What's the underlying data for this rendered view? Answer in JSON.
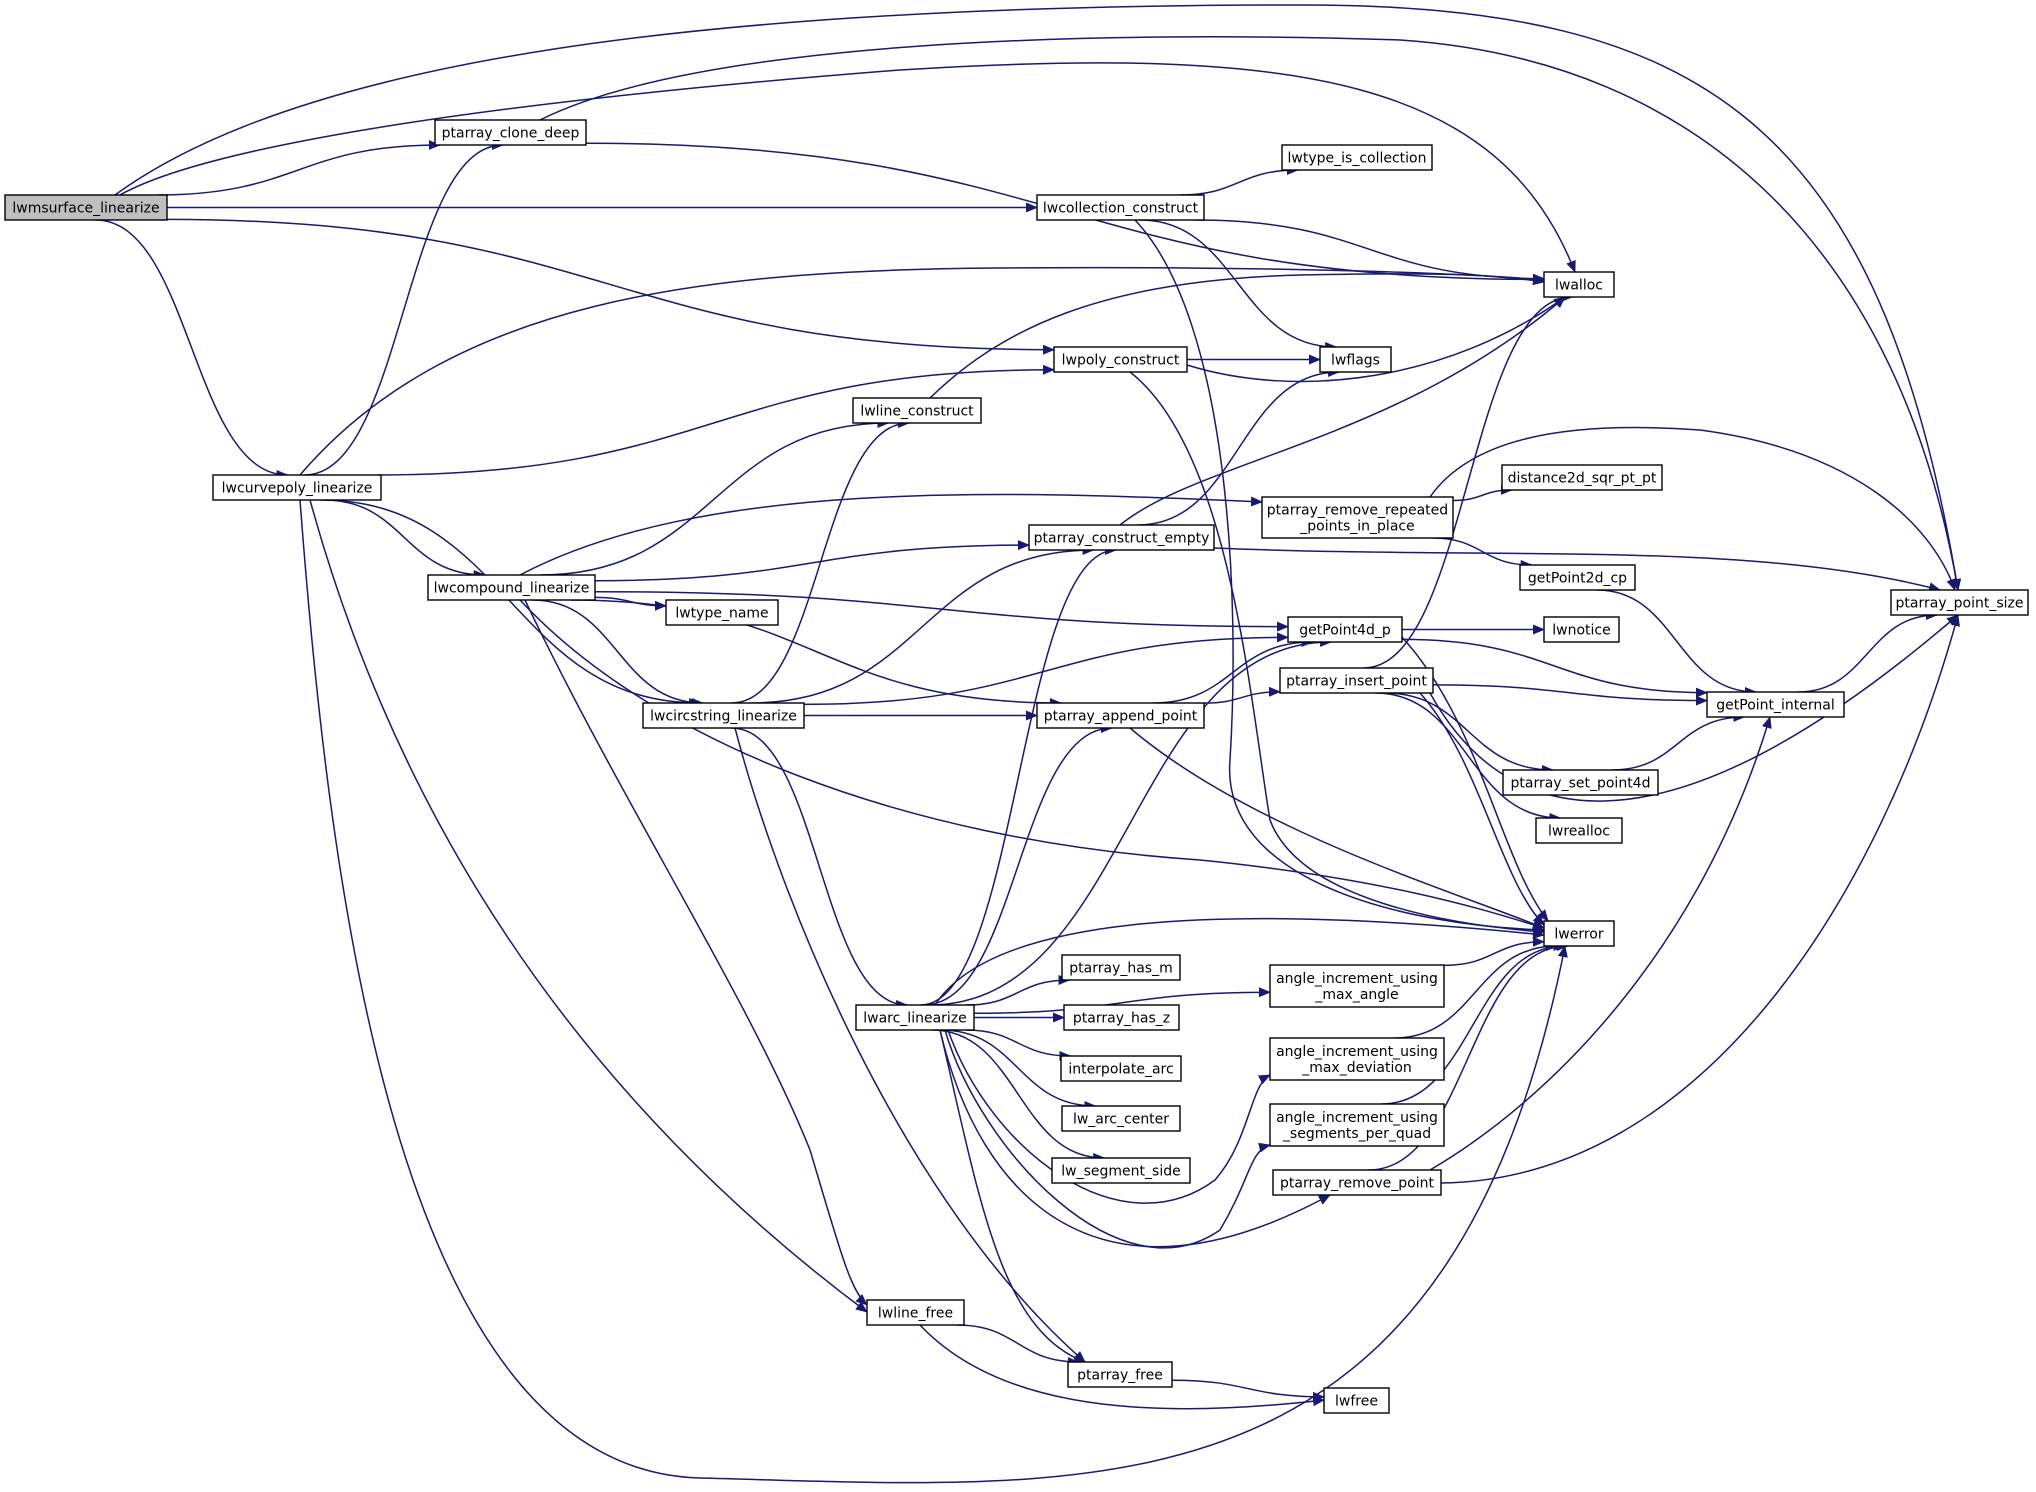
{
  "diagram": {
    "type": "call-graph",
    "root": "lwmsurface_linearize",
    "colors": {
      "edge": "#191970",
      "node_border": "#000000",
      "root_fill": "#bfbfbf",
      "node_fill": "#ffffff"
    },
    "nodes": [
      {
        "id": "lwmsurface_linearize",
        "label": "lwmsurface_linearize"
      },
      {
        "id": "ptarray_clone_deep",
        "label": "ptarray_clone_deep"
      },
      {
        "id": "lwcollection_construct",
        "label": "lwcollection_construct"
      },
      {
        "id": "lwtype_is_collection",
        "label": "lwtype_is_collection"
      },
      {
        "id": "lwalloc",
        "label": "lwalloc"
      },
      {
        "id": "lwflags",
        "label": "lwflags"
      },
      {
        "id": "lwpoly_construct",
        "label": "lwpoly_construct"
      },
      {
        "id": "lwline_construct",
        "label": "lwline_construct"
      },
      {
        "id": "lwcurvepoly_linearize",
        "label": "lwcurvepoly_linearize"
      },
      {
        "id": "ptarray_remove_repeated_points_in_place",
        "label": [
          "ptarray_remove_repeated",
          "_points_in_place"
        ]
      },
      {
        "id": "distance2d_sqr_pt_pt",
        "label": "distance2d_sqr_pt_pt"
      },
      {
        "id": "ptarray_construct_empty",
        "label": "ptarray_construct_empty"
      },
      {
        "id": "getPoint2d_cp",
        "label": "getPoint2d_cp"
      },
      {
        "id": "ptarray_point_size",
        "label": "ptarray_point_size"
      },
      {
        "id": "lwcompound_linearize",
        "label": "lwcompound_linearize"
      },
      {
        "id": "lwtype_name",
        "label": "lwtype_name"
      },
      {
        "id": "getPoint4d_p",
        "label": "getPoint4d_p"
      },
      {
        "id": "lwnotice",
        "label": "lwnotice"
      },
      {
        "id": "ptarray_insert_point",
        "label": "ptarray_insert_point"
      },
      {
        "id": "getPoint_internal",
        "label": "getPoint_internal"
      },
      {
        "id": "lwcircstring_linearize",
        "label": "lwcircstring_linearize"
      },
      {
        "id": "ptarray_append_point",
        "label": "ptarray_append_point"
      },
      {
        "id": "ptarray_set_point4d",
        "label": "ptarray_set_point4d"
      },
      {
        "id": "lwrealloc",
        "label": "lwrealloc"
      },
      {
        "id": "lwerror",
        "label": "lwerror"
      },
      {
        "id": "ptarray_has_m",
        "label": "ptarray_has_m"
      },
      {
        "id": "angle_increment_using_max_angle",
        "label": [
          "angle_increment_using",
          "_max_angle"
        ]
      },
      {
        "id": "lwarc_linearize",
        "label": "lwarc_linearize"
      },
      {
        "id": "ptarray_has_z",
        "label": "ptarray_has_z"
      },
      {
        "id": "angle_increment_using_max_deviation",
        "label": [
          "angle_increment_using",
          "_max_deviation"
        ]
      },
      {
        "id": "interpolate_arc",
        "label": "interpolate_arc"
      },
      {
        "id": "lw_arc_center",
        "label": "lw_arc_center"
      },
      {
        "id": "angle_increment_using_segments_per_quad",
        "label": [
          "angle_increment_using",
          "_segments_per_quad"
        ]
      },
      {
        "id": "lw_segment_side",
        "label": "lw_segment_side"
      },
      {
        "id": "ptarray_remove_point",
        "label": "ptarray_remove_point"
      },
      {
        "id": "lwline_free",
        "label": "lwline_free"
      },
      {
        "id": "ptarray_free",
        "label": "ptarray_free"
      },
      {
        "id": "lwfree",
        "label": "lwfree"
      }
    ],
    "edges": [
      [
        "lwmsurface_linearize",
        "ptarray_clone_deep"
      ],
      [
        "lwmsurface_linearize",
        "lwalloc"
      ],
      [
        "lwmsurface_linearize",
        "ptarray_point_size"
      ],
      [
        "lwmsurface_linearize",
        "lwcollection_construct"
      ],
      [
        "lwmsurface_linearize",
        "lwpoly_construct"
      ],
      [
        "lwmsurface_linearize",
        "lwcurvepoly_linearize"
      ],
      [
        "ptarray_clone_deep",
        "lwalloc"
      ],
      [
        "ptarray_clone_deep",
        "ptarray_point_size"
      ],
      [
        "lwcollection_construct",
        "lwtype_is_collection"
      ],
      [
        "lwcollection_construct",
        "lwalloc"
      ],
      [
        "lwcollection_construct",
        "lwflags"
      ],
      [
        "lwcollection_construct",
        "lwerror"
      ],
      [
        "lwpoly_construct",
        "lwflags"
      ],
      [
        "lwpoly_construct",
        "lwalloc"
      ],
      [
        "lwpoly_construct",
        "lwerror"
      ],
      [
        "lwline_construct",
        "lwalloc"
      ],
      [
        "lwcurvepoly_linearize",
        "ptarray_clone_deep"
      ],
      [
        "lwcurvepoly_linearize",
        "lwalloc"
      ],
      [
        "lwcurvepoly_linearize",
        "lwpoly_construct"
      ],
      [
        "lwcurvepoly_linearize",
        "lwcompound_linearize"
      ],
      [
        "lwcurvepoly_linearize",
        "lwcircstring_linearize"
      ],
      [
        "lwcurvepoly_linearize",
        "lwline_free"
      ],
      [
        "lwcurvepoly_linearize",
        "lwerror"
      ],
      [
        "ptarray_construct_empty",
        "lwflags"
      ],
      [
        "ptarray_construct_empty",
        "lwalloc"
      ],
      [
        "ptarray_construct_empty",
        "ptarray_point_size"
      ],
      [
        "ptarray_remove_repeated_points_in_place",
        "ptarray_point_size"
      ],
      [
        "ptarray_remove_repeated_points_in_place",
        "distance2d_sqr_pt_pt"
      ],
      [
        "ptarray_remove_repeated_points_in_place",
        "getPoint2d_cp"
      ],
      [
        "getPoint2d_cp",
        "getPoint_internal"
      ],
      [
        "getPoint_internal",
        "ptarray_point_size"
      ],
      [
        "lwcompound_linearize",
        "lwline_construct"
      ],
      [
        "lwcompound_linearize",
        "ptarray_remove_repeated_points_in_place"
      ],
      [
        "lwcompound_linearize",
        "ptarray_construct_empty"
      ],
      [
        "lwcompound_linearize",
        "lwtype_name"
      ],
      [
        "lwcompound_linearize",
        "getPoint4d_p"
      ],
      [
        "lwcompound_linearize",
        "lwcircstring_linearize"
      ],
      [
        "lwcompound_linearize",
        "ptarray_append_point"
      ],
      [
        "lwcompound_linearize",
        "lwerror"
      ],
      [
        "lwcompound_linearize",
        "lwline_free"
      ],
      [
        "getPoint4d_p",
        "lwnotice"
      ],
      [
        "getPoint4d_p",
        "getPoint_internal"
      ],
      [
        "getPoint4d_p",
        "lwerror"
      ],
      [
        "ptarray_insert_point",
        "lwalloc"
      ],
      [
        "ptarray_insert_point",
        "getPoint_internal"
      ],
      [
        "ptarray_insert_point",
        "ptarray_set_point4d"
      ],
      [
        "ptarray_insert_point",
        "lwrealloc"
      ],
      [
        "ptarray_insert_point",
        "ptarray_point_size"
      ],
      [
        "ptarray_insert_point",
        "lwerror"
      ],
      [
        "ptarray_set_point4d",
        "getPoint_internal"
      ],
      [
        "lwcircstring_linearize",
        "lwline_construct"
      ],
      [
        "lwcircstring_linearize",
        "ptarray_construct_empty"
      ],
      [
        "lwcircstring_linearize",
        "getPoint4d_p"
      ],
      [
        "lwcircstring_linearize",
        "ptarray_append_point"
      ],
      [
        "lwcircstring_linearize",
        "lwarc_linearize"
      ],
      [
        "lwcircstring_linearize",
        "ptarray_free"
      ],
      [
        "ptarray_append_point",
        "getPoint4d_p"
      ],
      [
        "ptarray_append_point",
        "ptarray_insert_point"
      ],
      [
        "ptarray_append_point",
        "lwerror"
      ],
      [
        "lwarc_linearize",
        "ptarray_construct_empty"
      ],
      [
        "lwarc_linearize",
        "getPoint4d_p"
      ],
      [
        "lwarc_linearize",
        "ptarray_append_point"
      ],
      [
        "lwarc_linearize",
        "lwerror"
      ],
      [
        "lwarc_linearize",
        "angle_increment_using_max_angle"
      ],
      [
        "lwarc_linearize",
        "ptarray_has_m"
      ],
      [
        "lwarc_linearize",
        "ptarray_has_z"
      ],
      [
        "lwarc_linearize",
        "interpolate_arc"
      ],
      [
        "lwarc_linearize",
        "lw_arc_center"
      ],
      [
        "lwarc_linearize",
        "lw_segment_side"
      ],
      [
        "lwarc_linearize",
        "angle_increment_using_max_deviation"
      ],
      [
        "lwarc_linearize",
        "angle_increment_using_segments_per_quad"
      ],
      [
        "lwarc_linearize",
        "ptarray_remove_point"
      ],
      [
        "lwarc_linearize",
        "ptarray_free"
      ],
      [
        "angle_increment_using_max_angle",
        "lwerror"
      ],
      [
        "angle_increment_using_max_deviation",
        "lwerror"
      ],
      [
        "angle_increment_using_segments_per_quad",
        "lwerror"
      ],
      [
        "ptarray_remove_point",
        "lwerror"
      ],
      [
        "ptarray_remove_point",
        "getPoint_internal"
      ],
      [
        "ptarray_remove_point",
        "ptarray_point_size"
      ],
      [
        "lwline_free",
        "ptarray_free"
      ],
      [
        "lwline_free",
        "lwfree"
      ],
      [
        "ptarray_free",
        "lwfree"
      ]
    ]
  }
}
